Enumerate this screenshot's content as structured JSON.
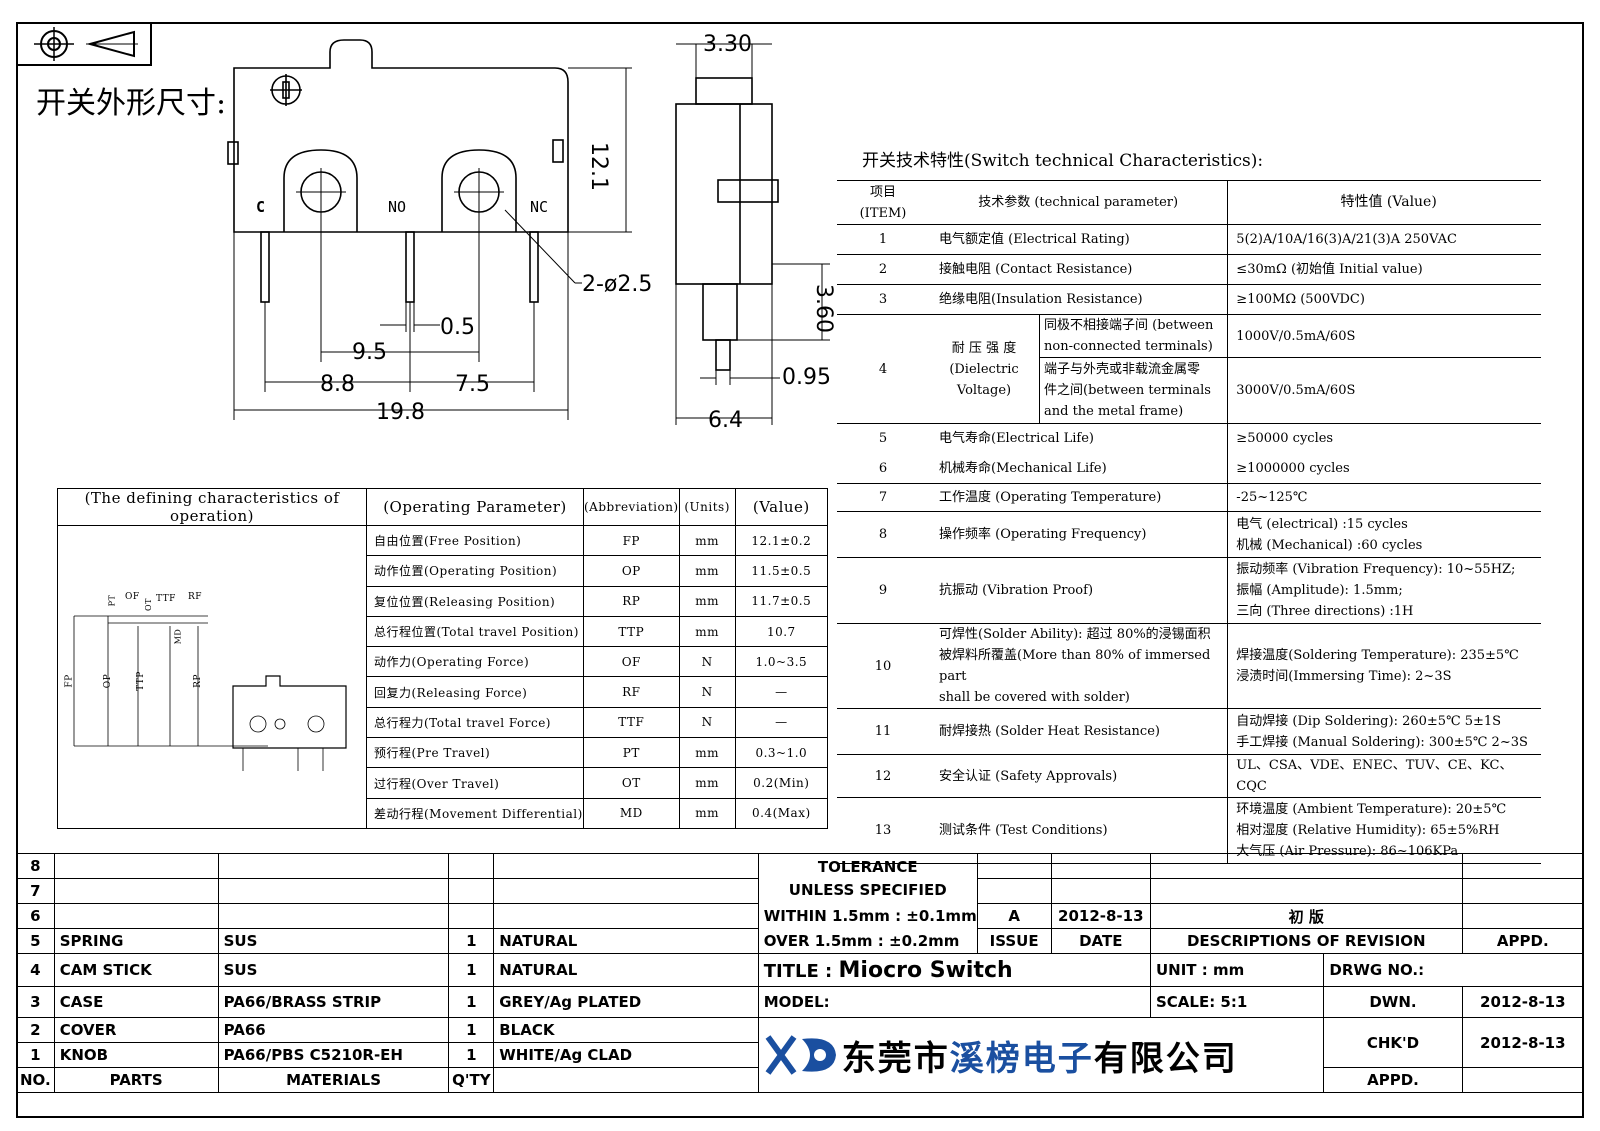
{
  "sheet_title": "开关外形尺寸:",
  "dimensions": {
    "d_3_30": "3.30",
    "d_12_1": "12.1",
    "d_2_25": "2-ø2.5",
    "d_0_5": "0.5",
    "d_9_5": "9.5",
    "d_8_8": "8.8",
    "d_7_5": "7.5",
    "d_19_8": "19.8",
    "d_3_60": "3.60",
    "d_0_95": "0.95",
    "d_6_4": "6.4",
    "pin_c": "C",
    "pin_no": "NO",
    "pin_nc": "NC"
  },
  "op_table": {
    "h_def": "(The defining characteristics of operation)",
    "h_param": "(Operating Parameter)",
    "h_abbr": "(Abbreviation)",
    "h_units": "(Units)",
    "h_value": "(Value)",
    "fig_labels": {
      "pt": "PT",
      "of": "OF",
      "ot": "OT",
      "ttf": "TTF",
      "rf": "RF",
      "md": "MD",
      "fp": "FP",
      "op": "OP",
      "ttp": "TTP",
      "rp": "RP"
    },
    "rows": [
      {
        "name": "自由位置(Free Position)",
        "abbr": "FP",
        "unit": "mm",
        "value": "12.1±0.2"
      },
      {
        "name": "动作位置(Operating Position)",
        "abbr": "OP",
        "unit": "mm",
        "value": "11.5±0.5"
      },
      {
        "name": "复位位置(Releasing Position)",
        "abbr": "RP",
        "unit": "mm",
        "value": "11.7±0.5"
      },
      {
        "name": "总行程位置(Total travel Position)",
        "abbr": "TTP",
        "unit": "mm",
        "value": "10.7"
      },
      {
        "name": "动作力(Operating Force)",
        "abbr": "OF",
        "unit": "N",
        "value": "1.0~3.5"
      },
      {
        "name": "回复力(Releasing Force)",
        "abbr": "RF",
        "unit": "N",
        "value": "—"
      },
      {
        "name": "总行程力(Total travel Force)",
        "abbr": "TTF",
        "unit": "N",
        "value": "—"
      },
      {
        "name": "预行程(Pre Travel)",
        "abbr": "PT",
        "unit": "mm",
        "value": "0.3~1.0"
      },
      {
        "name": "过行程(Over Travel)",
        "abbr": "OT",
        "unit": "mm",
        "value": "0.2(Min)"
      },
      {
        "name": "差动行程(Movement Differential)",
        "abbr": "MD",
        "unit": "mm",
        "value": "0.4(Max)"
      }
    ]
  },
  "tech": {
    "title": "开关技术特性(Switch technical Characteristics):",
    "h_item_1": "项目",
    "h_item_2": "(ITEM)",
    "h_param": "技术参数 (technical parameter)",
    "h_value": "特性值 (Value)",
    "r1_item": "1",
    "r1_param": "电气额定值 (Electrical Rating)",
    "r1_value": "5(2)A/10A/16(3)A/21(3)A 250VAC",
    "r2_item": "2",
    "r2_param": "接触电阻 (Contact Resistance)",
    "r2_value": "≤30mΩ (初始值 Initial value)",
    "r3_item": "3",
    "r3_param": "绝缘电阻(Insulation Resistance)",
    "r3_value": "≥100MΩ (500VDC)",
    "r4_item": "4",
    "r4_param_1": "耐 压 强 度",
    "r4_param_2": "(Dielectric",
    "r4_param_3": "Voltage)",
    "r4a_sub_1": "同极不相接端子间 (between",
    "r4a_sub_2": "non-connected terminals)",
    "r4a_value": "1000V/0.5mA/60S",
    "r4b_sub_1": "端子与外壳或非载流金属零",
    "r4b_sub_2": "件之间(between terminals",
    "r4b_sub_3": "and the metal frame)",
    "r4b_value": "3000V/0.5mA/60S",
    "r5_item": "5",
    "r5_param": "电气寿命(Electrical Life)",
    "r5_value": "≥50000 cycles",
    "r6_item": "6",
    "r6_param": "机械寿命(Mechanical Life)",
    "r6_value": "≥1000000 cycles",
    "r7_item": "7",
    "r7_param": "工作温度 (Operating Temperature)",
    "r7_value": "-25~125℃",
    "r8_item": "8",
    "r8_param": "操作频率 (Operating Frequency)",
    "r8_value_1": "电气 (electrical) :15 cycles",
    "r8_value_2": "机械 (Mechanical) :60 cycles",
    "r9_item": "9",
    "r9_param": "抗振动 (Vibration Proof)",
    "r9_value_1": "振动频率 (Vibration Frequency): 10~55HZ;",
    "r9_value_2": "振幅 (Amplitude): 1.5mm;",
    "r9_value_3": "三向 (Three directions) :1H",
    "r10_item": "10",
    "r10_param_1": "可焊性(Solder Ability): 超过 80%的浸锡面积",
    "r10_param_2": "被焊料所覆盖(More than 80% of immersed part",
    "r10_param_3": "shall be covered with solder)",
    "r10_value_1": "焊接温度(Soldering Temperature): 235±5℃",
    "r10_value_2": "浸渍时间(Immersing Time): 2~3S",
    "r11_item": "11",
    "r11_param": "耐焊接热 (Solder Heat Resistance)",
    "r11_value_1": "自动焊接 (Dip Soldering): 260±5℃ 5±1S",
    "r11_value_2": "手工焊接 (Manual Soldering): 300±5℃ 2~3S",
    "r12_item": "12",
    "r12_param": "安全认证 (Safety Approvals)",
    "r12_value": "UL、CSA、VDE、ENEC、TUV、CE、KC、CQC",
    "r13_item": "13",
    "r13_param": "测试条件 (Test Conditions)",
    "r13_value_1": "环境温度 (Ambient Temperature): 20±5℃",
    "r13_value_2": "相对湿度 (Relative Humidity): 65±5%RH",
    "r13_value_3": "大气压 (Air Pressure): 86~106KPa"
  },
  "parts": [
    {
      "no": "8",
      "part": "",
      "material": "",
      "qty": "",
      "note": ""
    },
    {
      "no": "7",
      "part": "",
      "material": "",
      "qty": "",
      "note": ""
    },
    {
      "no": "6",
      "part": "",
      "material": "",
      "qty": "",
      "note": ""
    },
    {
      "no": "5",
      "part": "SPRING",
      "material": "SUS",
      "qty": "1",
      "note": "NATURAL"
    },
    {
      "no": "4",
      "part": "CAM STICK",
      "material": "SUS",
      "qty": "1",
      "note": "NATURAL"
    },
    {
      "no": "3",
      "part": "CASE",
      "material": "PA66/BRASS STRIP",
      "qty": "1",
      "note": "GREY/Ag PLATED"
    },
    {
      "no": "2",
      "part": "COVER",
      "material": "PA66",
      "qty": "1",
      "note": "BLACK"
    },
    {
      "no": "1",
      "part": "KNOB",
      "material": "PA66/PBS C5210R-EH",
      "qty": "1",
      "note": "WHITE/Ag CLAD"
    }
  ],
  "parts_header": {
    "no": "NO.",
    "part": "PARTS",
    "material": "MATERIALS",
    "qty": "Q'TY"
  },
  "tolerance": {
    "line1": "TOLERANCE",
    "line2": "UNLESS SPECIFIED",
    "line3": "WITHIN 1.5mm : ±0.1mm",
    "line4": "OVER 1.5mm : ±0.2mm"
  },
  "revision": {
    "issue": "A",
    "date": "2012-8-13",
    "desc": "初 版",
    "h_issue": "ISSUE",
    "h_date": "DATE",
    "h_desc": "DESCRIPTIONS OF REVISION",
    "h_appd": "APPD."
  },
  "titleblock": {
    "title_label": "TITLE :",
    "title_value": "Miocro Switch",
    "unit_label": "UNIT : mm",
    "drwg_label": "DRWG NO.:",
    "model_label": "MODEL:",
    "scale_label": "SCALE: 5:1",
    "dwn_label": "DWN.",
    "dwn_date": "2012-8-13",
    "chkd_label": "CHK'D",
    "chkd_date": "2012-8-13",
    "appd_label": "APPD."
  },
  "company": {
    "name_a": "东莞市",
    "name_b": "溪榜电子",
    "name_c": "有限公司",
    "brand_color": "#1a4fa0"
  }
}
